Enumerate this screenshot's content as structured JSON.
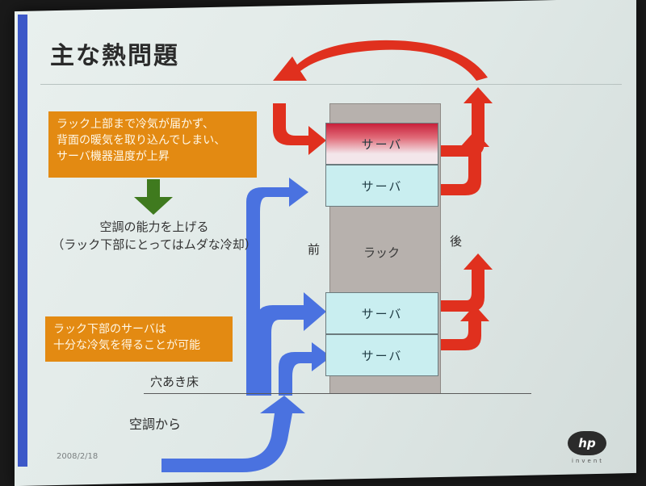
{
  "slide": {
    "title": "主な熱問題",
    "date": "2008/2/18",
    "logo_text": "hp",
    "logo_tagline": "invent"
  },
  "callout_top": {
    "lines": [
      "ラック上部まで冷気が届かず、",
      "背面の暖気を取り込んでしまい、",
      "サーバ機器温度が上昇"
    ]
  },
  "middle_text": {
    "lines": [
      "空調の能力を上げる",
      "（ラック下部にとってはムダな冷却）"
    ]
  },
  "callout_bottom": {
    "lines": [
      "ラック下部のサーバは",
      "十分な冷気を得ることが可能"
    ]
  },
  "labels": {
    "front": "前",
    "rear": "後",
    "rack": "ラック",
    "floor": "穴あき床",
    "from_ac": "空調から"
  },
  "servers": [
    {
      "label": "サーバ",
      "state": "hot"
    },
    {
      "label": "サーバ",
      "state": "cool"
    },
    {
      "label": "サーバ",
      "state": "cool"
    },
    {
      "label": "サーバ",
      "state": "cool"
    }
  ],
  "colors": {
    "cold_air": "#4a72e0",
    "hot_air": "#e0301e",
    "callout": "#e38a12",
    "down_arrow": "#3f7a1e",
    "accent_bar": "#3c58c8"
  }
}
